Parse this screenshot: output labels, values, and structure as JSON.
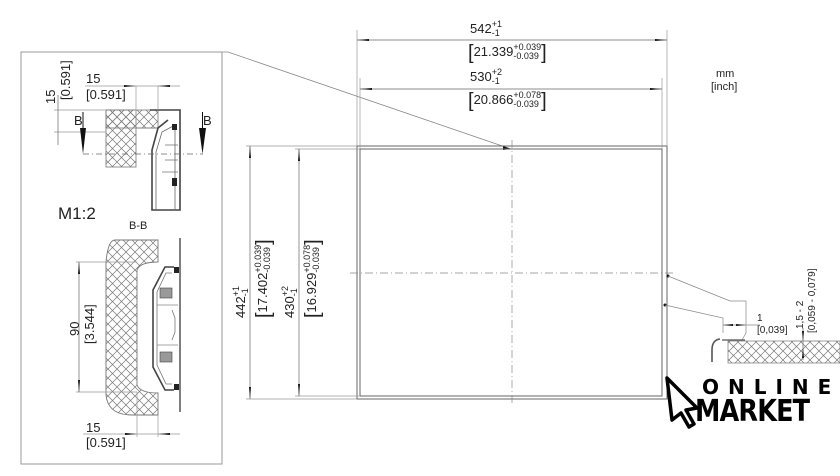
{
  "units": {
    "primary": "mm",
    "secondary": "[inch]"
  },
  "detail": {
    "scale_label": "M1:2",
    "section_label": "B-B",
    "section_marker": "B",
    "top_vertical_dim": {
      "mm": "15",
      "inch": "[0.591]"
    },
    "top_horizontal_dim": {
      "mm": "15",
      "inch": "[0.591]"
    },
    "section_height_dim": {
      "mm": "90",
      "inch": "[3.544]"
    },
    "bottom_horizontal_dim": {
      "mm": "15",
      "inch": "[0.591]"
    }
  },
  "main": {
    "outer_width": {
      "nominal": "542",
      "plus": "+1",
      "minus": "-1",
      "inch": "21.339",
      "inch_plus": "+0.039",
      "inch_minus": "-0.039"
    },
    "inner_width": {
      "nominal": "530",
      "plus": "+2",
      "minus": "-1",
      "inch": "20.866",
      "inch_plus": "+0.078",
      "inch_minus": "-0.039"
    },
    "outer_height": {
      "nominal": "442",
      "plus": "+1",
      "minus": "-1",
      "inch": "17.402",
      "inch_plus": "+0.039",
      "inch_minus": "-0.039"
    },
    "inner_height": {
      "nominal": "430",
      "plus": "+2",
      "minus": "-1",
      "inch": "16.929",
      "inch_plus": "+0.078",
      "inch_minus": "-0.039"
    }
  },
  "edge_detail": {
    "gap_dim": {
      "mm": "1",
      "inch": "[0,039]"
    },
    "thickness_dim": {
      "mm": "1,5 - 2",
      "inch": "[0,059 - 0,079]"
    }
  },
  "logo": {
    "line1": "ONLINE",
    "line2": "MARKET"
  },
  "colors": {
    "line": "#555555",
    "light_line": "#999999",
    "text": "#222222",
    "logo": "#000000"
  }
}
